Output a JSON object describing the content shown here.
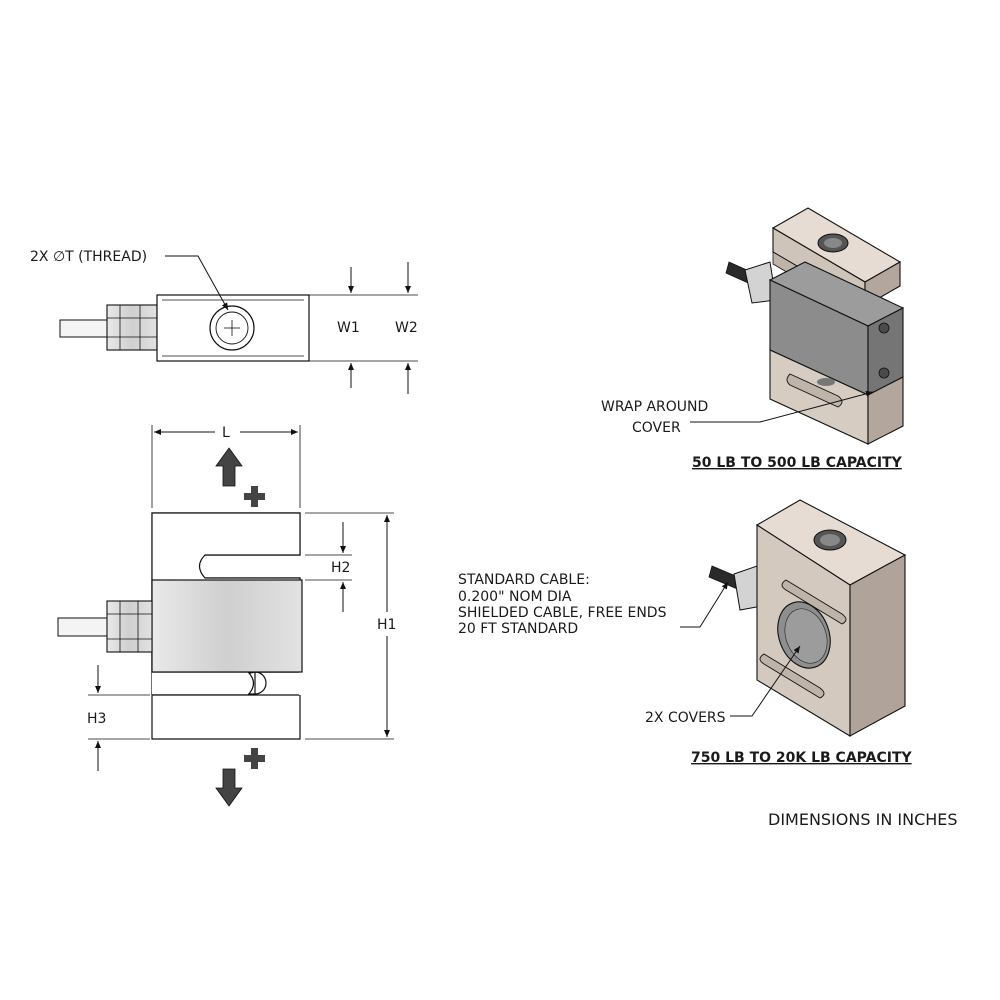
{
  "labels": {
    "thread": "2X ∅T (THREAD)",
    "w1": "W1",
    "w2": "W2",
    "l": "L",
    "h1": "H1",
    "h2": "H2",
    "h3": "H3",
    "wrap_line1": "WRAP AROUND",
    "wrap_line2": "COVER",
    "cable_line1": "STANDARD CABLE:",
    "cable_line2": "0.200\" NOM DIA",
    "cable_line3": "SHIELDED CABLE, FREE ENDS",
    "cable_line4": "20 FT STANDARD",
    "covers": "2X COVERS",
    "cap_small": "50 LB TO 500 LB CAPACITY",
    "cap_large": "750 LB TO 20K LB CAPACITY",
    "units": "DIMENSIONS IN INCHES"
  },
  "colors": {
    "line": "#111111",
    "body_light": "#d9d2cb",
    "body_mid": "#c5bdb5",
    "body_dark": "#a8a09a",
    "cover_dark": "#8c8c8c",
    "cover_face": "#9a9a9a"
  }
}
